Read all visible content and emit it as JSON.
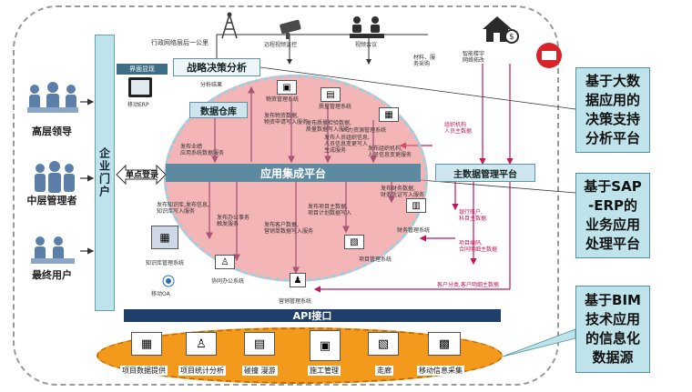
{
  "left": {
    "portal": "企业门户",
    "roles": [
      "高层领导",
      "中层管理者",
      "最终用户"
    ]
  },
  "top": {
    "caption_left": "行政网络层后一公里",
    "monitor": "远程视频监控",
    "conference": "视频会议",
    "smart_label": "智能楼宇\n网络拓改",
    "material": "材料、服\n务采购"
  },
  "platform": {
    "strategy": "战略决策分析",
    "display": "界面显现",
    "mobile_erp": "移动ERP",
    "analysis": "分析结果",
    "warehouse": "数据仓库",
    "sso": "单点登录",
    "integration": "应用集成平台",
    "mdm": "主数据管理平台",
    "api": "API接口",
    "mobile_oa": "移动OA"
  },
  "systems": {
    "material": "物资管理系统",
    "quality": "质量管理系统",
    "hr": "人力资源管理系统",
    "finance": "财务管理系统",
    "project": "项目管理系统",
    "marketing": "营销管理系统",
    "office": "协同办公系统",
    "knowledge": "知识库管理系统"
  },
  "annotations": {
    "a1": "发布物资数据,\n物资申请写入服务",
    "a2": "发布质量检验数据,\n质量数据写入服务",
    "a3": "发布人员组织信息,\n人员信息变更写入\n生成服务",
    "a4": "组织机构\n人员主数据",
    "a5": "发布组织机构,\n人员信息变更服务",
    "a6": "发布业绩\n应用系统数据服务",
    "a7": "发布知识库,发布信息,\n知识库写入服务",
    "a8": "发布办公事务\n触发服务",
    "a9": "发布项目主数据,\n项目计划数据写入",
    "a10": "发布财务数据,\n财务凭证写入服务",
    "a11": "发布客户数据,\n营销单数据写入服务",
    "a12": "银行账户,\n科目主数据",
    "a13": "项目编码,\n合同明细主数据",
    "a14": "客户分类,客户明细主数据"
  },
  "bim": {
    "items": [
      "项目数据提供",
      "项目统计分析",
      "碰撞 漫游",
      "施工管理",
      "走廊",
      "移动信息采集"
    ]
  },
  "callouts": {
    "top": "基于大数\n据应用的\n决策支持\n分析平台",
    "mid": "基于SAP\n-ERP的\n业务应用\n处理平台",
    "bottom": "基于BIM\n技术应用\n的信息化\n数据源"
  },
  "colors": {
    "circle": "#e97878",
    "bim": "#f39a1d",
    "portal": "#bfe3ea",
    "arrow": "#5a2a7a",
    "mdm_arrow": "#c2185b"
  }
}
